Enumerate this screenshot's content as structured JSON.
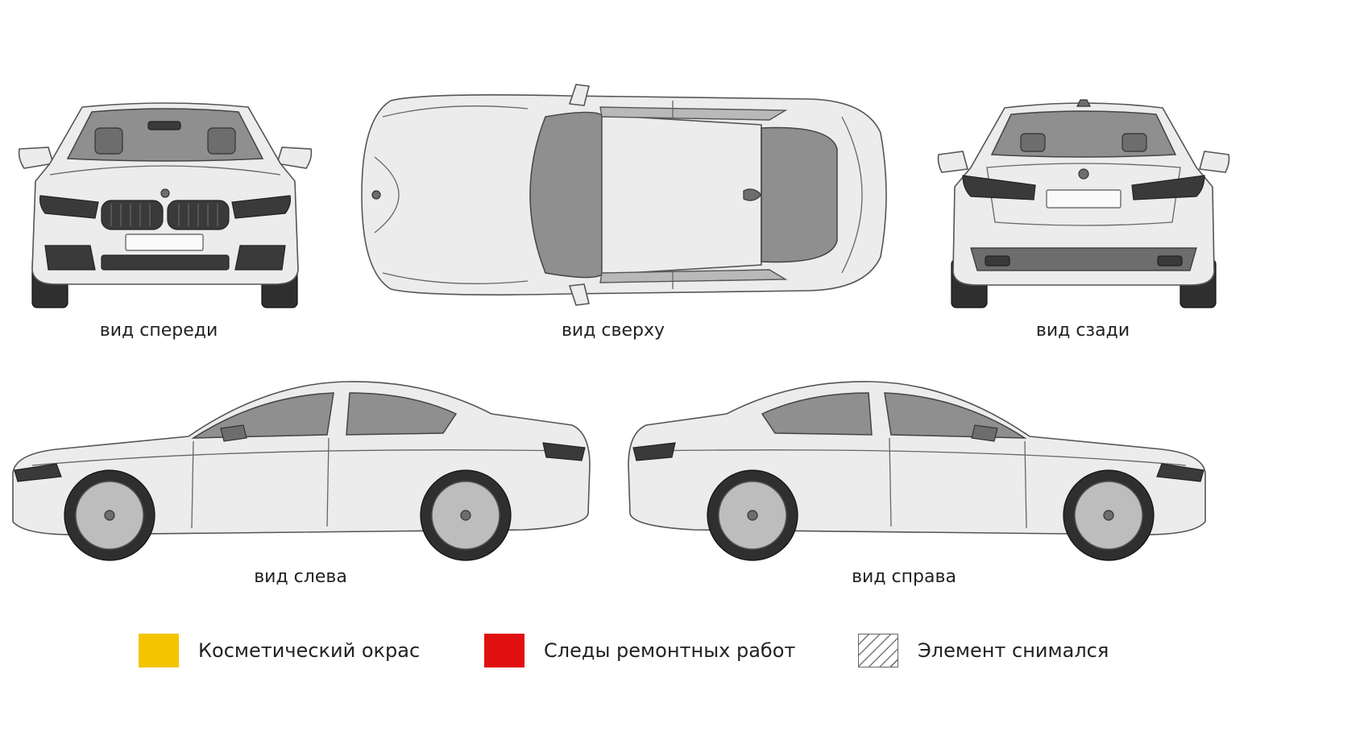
{
  "views": {
    "front": {
      "caption": "вид спереди"
    },
    "top": {
      "caption": "вид сверху"
    },
    "rear": {
      "caption": "вид сзади"
    },
    "left": {
      "caption": "вид слева"
    },
    "right": {
      "caption": "вид справа"
    }
  },
  "legend": [
    {
      "label": "Косметический окрас",
      "color": "#f5c400"
    },
    {
      "label": "Следы ремонтных работ",
      "color": "#e01010"
    },
    {
      "label": "Элемент снимался",
      "pattern": "hatched"
    }
  ]
}
